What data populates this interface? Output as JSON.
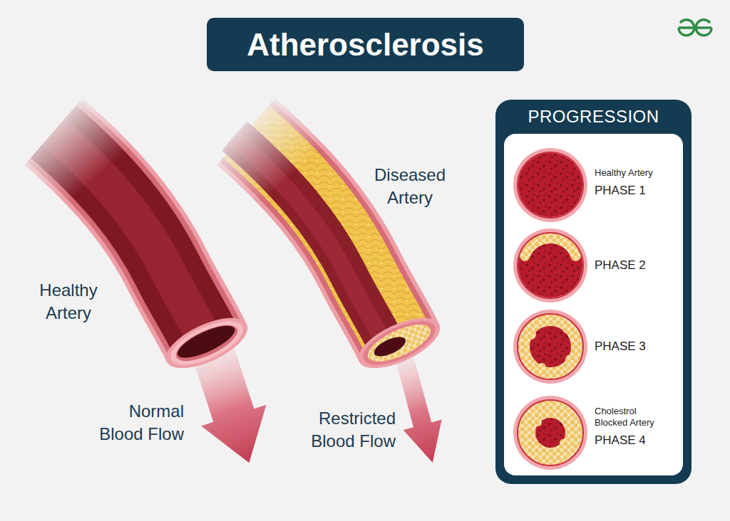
{
  "diagram": {
    "title": "Atherosclerosis",
    "nodes": [
      {
        "text": [
          "PROGRESSION"
        ]
      },
      {
        "text": [
          "Healthy Artery",
          "PHASE 1"
        ],
        "in": 0
      },
      {
        "text": [
          "PHASE 2"
        ],
        "in": 0
      },
      {
        "text": [
          "PHASE 3"
        ],
        "in": 0
      },
      {
        "text": [
          "Cholestrol Blocked Artery",
          "PHASE 4"
        ],
        "in": 0
      }
    ],
    "labels": [
      "Healthy Artery",
      "Normal Blood Flow",
      "Diseased Artery",
      "Restricted Blood Flow"
    ]
  }
}
